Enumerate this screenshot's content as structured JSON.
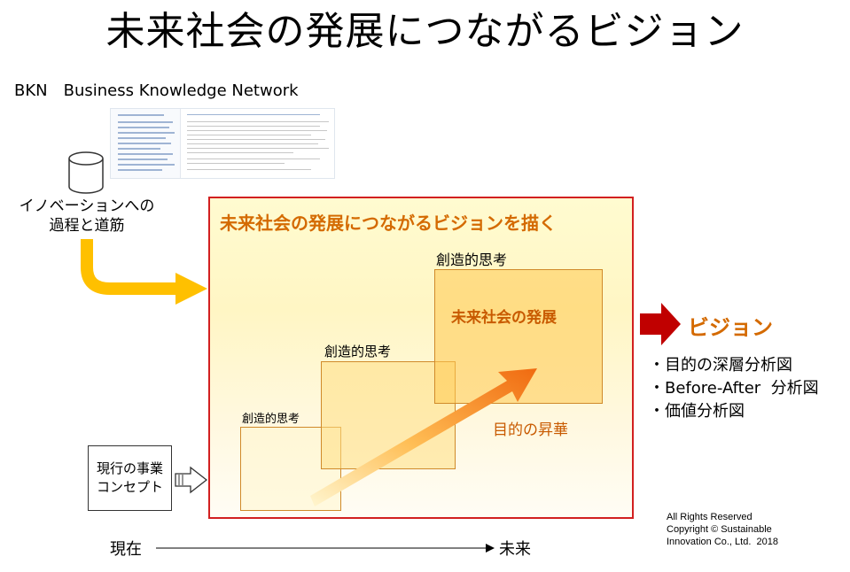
{
  "title": "未来社会の発展につながるビジョン",
  "bkn": {
    "abbr": "BKN",
    "full": "Business Knowledge Network"
  },
  "left": {
    "path_label_line1": "イノベーションへの",
    "path_label_line2": "過程と道筋"
  },
  "frame": {
    "title": "未来社会の発展につながるビジョンを描く",
    "inner_title": "未来社会の発展",
    "creative_thinking_large": "創造的思考",
    "creative_thinking_mid": "創造的思考",
    "creative_thinking_small": "創造的思考",
    "purpose_sublimation": "目的の昇華"
  },
  "vision": {
    "label": "ビジョン",
    "bullets": [
      "・目的の深層分析図",
      "・Before-After  分析図",
      "・価値分析図"
    ]
  },
  "concept": {
    "line1": "現行の事業",
    "line2": "コンセプト"
  },
  "timeline": {
    "now": "現在",
    "future": "未来"
  },
  "copyright": [
    "All Rights Reserved",
    "Copyright © Sustainable",
    "Innovation Co., Ltd.  2018"
  ],
  "colors": {
    "frame_border": "#d22020",
    "accent_orange": "#d46a00",
    "arrow_red": "#c00000",
    "arrow_yellow": "#ffc000"
  },
  "icons": [
    "database-icon",
    "hollow-arrow-icon",
    "red-arrow-icon",
    "yellow-curved-arrow-icon",
    "gradient-arrow-icon"
  ]
}
